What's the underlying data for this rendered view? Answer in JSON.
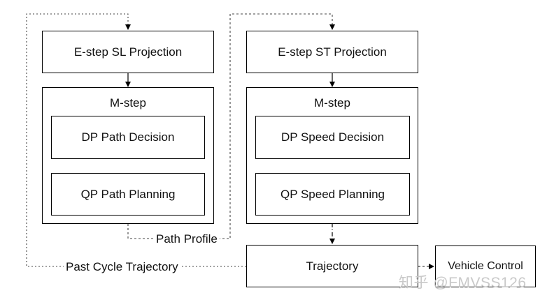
{
  "left_column": {
    "estep": "E-step SL Projection",
    "mstep_title": "M-step",
    "decision": "DP Path Decision",
    "planning": "QP Path Planning"
  },
  "right_column": {
    "estep": "E-step ST Projection",
    "mstep_title": "M-step",
    "decision": "DP Speed Decision",
    "planning": "QP Speed Planning"
  },
  "trajectory": "Trajectory",
  "vehicle_control": "Vehicle Control",
  "labels": {
    "path_profile": "Path Profile",
    "past_cycle": "Past Cycle Trajectory"
  },
  "watermark": "知乎 @FMVSS126"
}
